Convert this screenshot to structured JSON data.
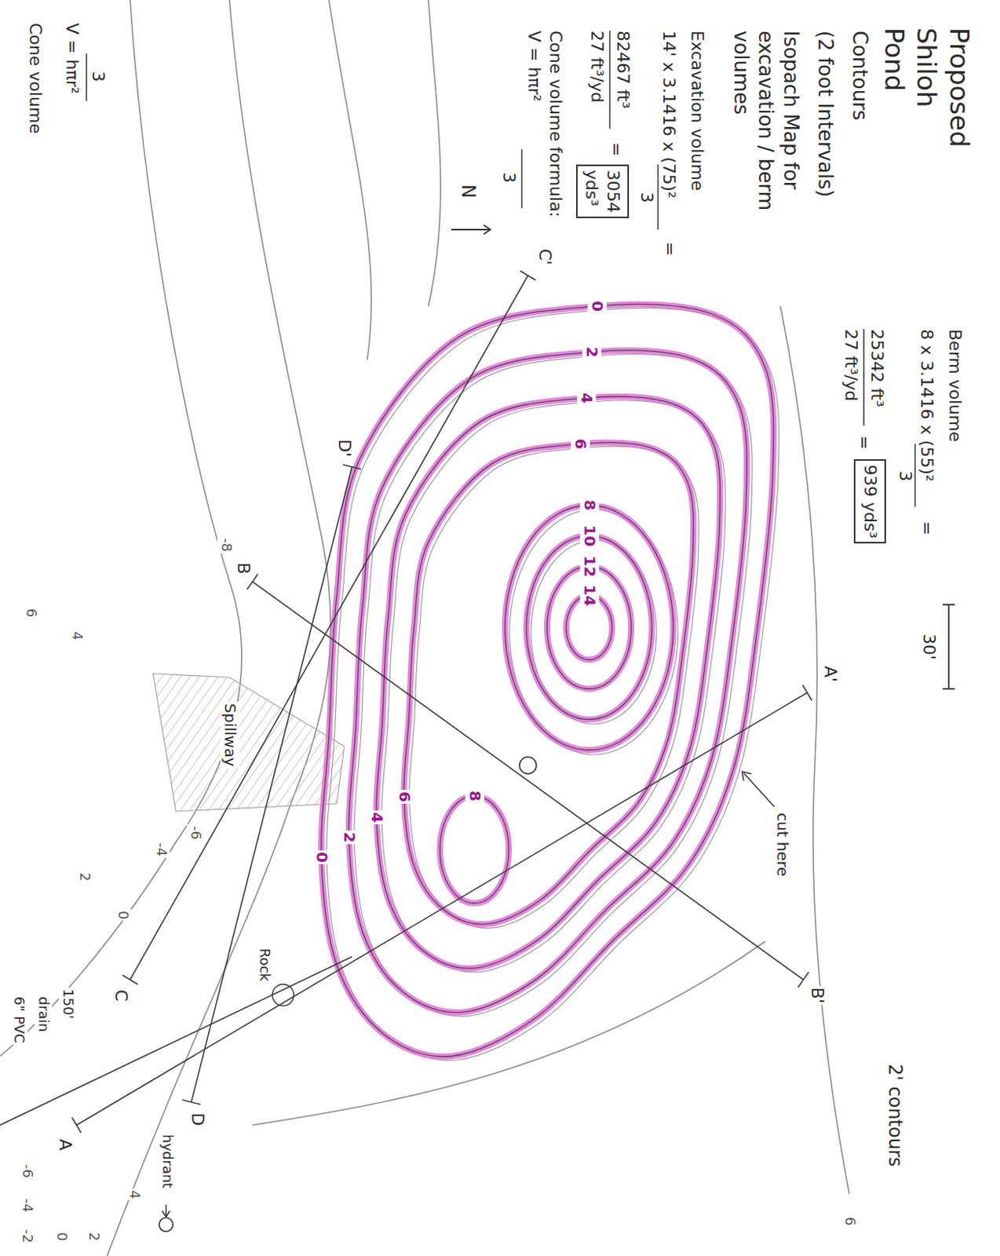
{
  "diagram": {
    "title": "Proposed Shiloh Pond",
    "nodes": [
      {
        "text": [
          "3054 yds³"
        ]
      },
      {
        "text": [
          "939 yds³"
        ]
      }
    ],
    "labels": [
      "Cone volume",
      "V = hπr²",
      "3",
      "Cone volume formula: V = hπr²",
      "3",
      "N",
      "Contours",
      "(2 foot Intervals)",
      "Isopach Map for excavation / berm volumes",
      "Excavation volume",
      "14' x 3.1416 x (75)²",
      "3",
      "=",
      "82467 ft³",
      "27 ft³/yd",
      "=",
      "30'",
      "Berm volume",
      "8 x 3.1416 x (55)²",
      "3",
      "=",
      "25342 ft³",
      "27 ft³/yd",
      "=",
      "cut here",
      "A'",
      "B'",
      "2' contours",
      "6",
      "C'",
      "D'",
      "B",
      "-8",
      "Spillway",
      "6",
      "4",
      "2",
      "0",
      "-4",
      "-6",
      "C",
      "Rock",
      "D",
      "150'",
      "drain",
      "6\" PVC",
      "A",
      "-6",
      "-4",
      "-2",
      "0",
      "2",
      "4",
      "hydrant",
      "0",
      "2",
      "4",
      "6",
      "8",
      "10",
      "12",
      "14",
      "0",
      "2",
      "4",
      "6",
      "8"
    ]
  }
}
